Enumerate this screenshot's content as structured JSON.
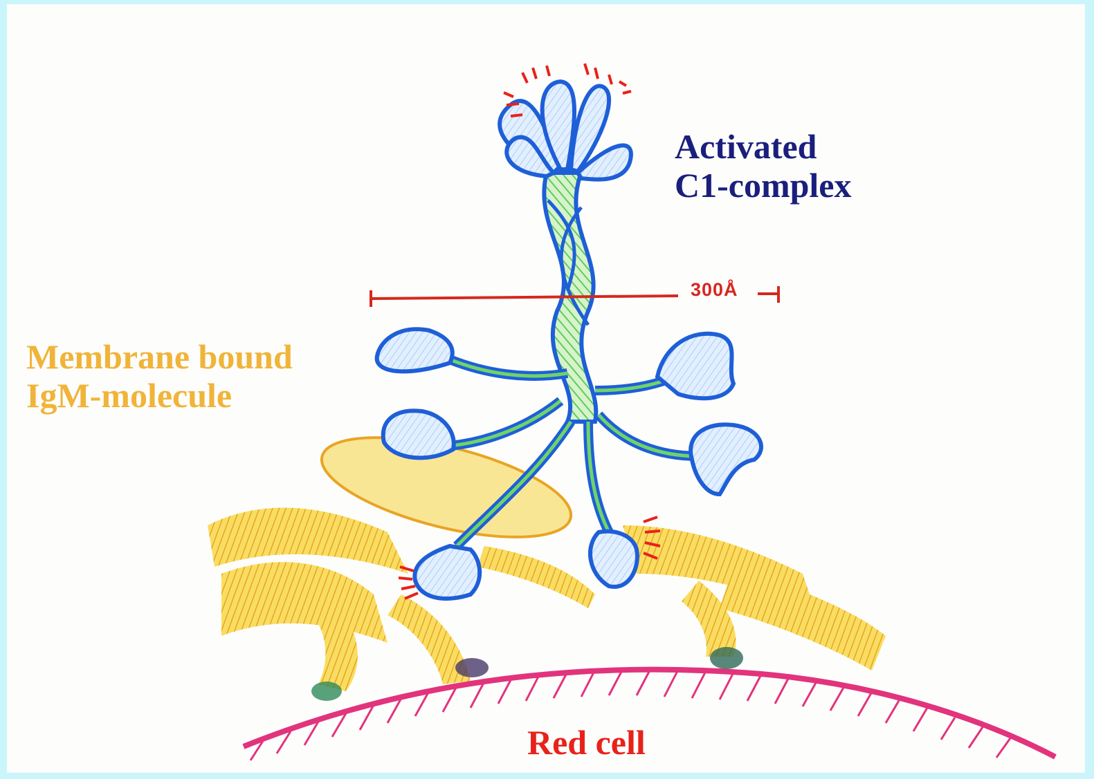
{
  "labels": {
    "c1_complex_line1": "Activated",
    "c1_complex_line2": "C1-complex",
    "igm_line1": "Membrane bound",
    "igm_line2": "IgM-molecule",
    "red_cell": "Red cell",
    "scale_bar": "300Å"
  },
  "colors": {
    "c1_blue": "#1e5fd8",
    "c1_label": "#1a1f7c",
    "igm_yellow": "#f3c431",
    "igm_label": "#f0b43a",
    "membrane_pink": "#e2337d",
    "red_accent": "#e8221a",
    "helix_green": "#6fd36a",
    "background": "#c9f5fb"
  }
}
